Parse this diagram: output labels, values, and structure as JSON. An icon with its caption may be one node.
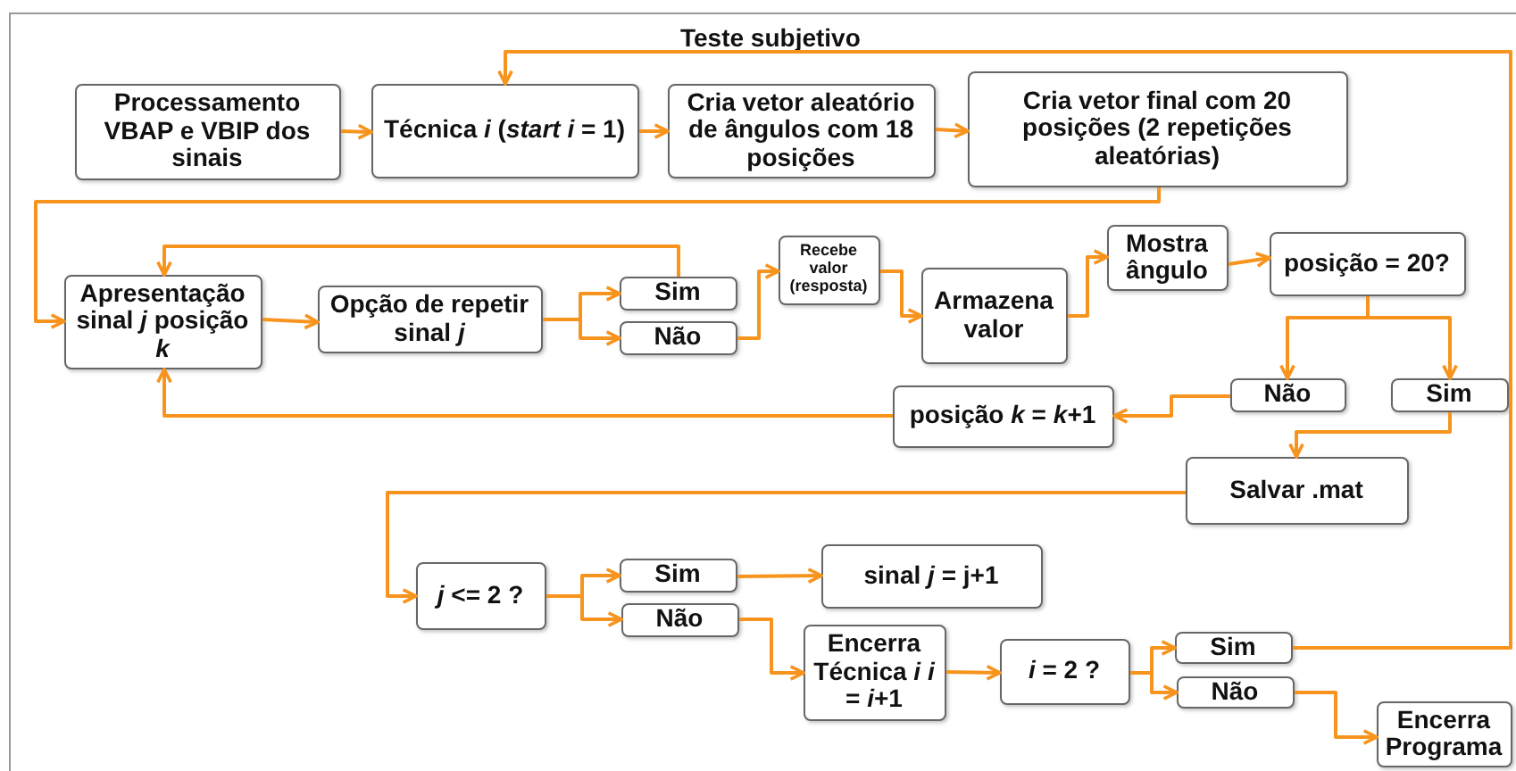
{
  "diagram": {
    "nodes": [
      {
        "text": [
          "Teste subjetivo"
        ]
      },
      {
        "text": [
          "Processamento VBAP e VBIP dos sinais"
        ],
        "in": 0
      },
      {
        "text": [
          "Técnica *i* (*start i* = 1)"
        ],
        "in": 0
      },
      {
        "text": [
          "Cria vetor aleatório de ângulos com 18 posições"
        ],
        "in": 0
      },
      {
        "text": [
          "Cria vetor final com 20 posições (2 repetições aleatórias)"
        ],
        "in": 0
      },
      {
        "text": [
          "Apresentação sinal *j* posição *k*"
        ],
        "in": 0
      },
      {
        "text": [
          "Opção de repetir sinal *j*"
        ],
        "in": 0
      },
      {
        "text": [
          "Sim"
        ],
        "in": 0
      },
      {
        "text": [
          "Não"
        ],
        "in": 0
      },
      {
        "text": [
          "Recebe valor (resposta)"
        ],
        "in": 0
      },
      {
        "text": [
          "Armazena valor"
        ],
        "in": 0
      },
      {
        "text": [
          "Mostra ângulo"
        ],
        "in": 0
      },
      {
        "text": [
          "posição = 20?"
        ],
        "in": 0
      },
      {
        "text": [
          "Não"
        ],
        "in": 0
      },
      {
        "text": [
          "Sim"
        ],
        "in": 0
      },
      {
        "text": [
          "posição *k* = *k*+1"
        ],
        "in": 0
      },
      {
        "text": [
          "Salvar .mat"
        ],
        "in": 0
      },
      {
        "text": [
          "*j* <= 2 ?"
        ],
        "in": 0
      },
      {
        "text": [
          "Sim"
        ],
        "in": 0
      },
      {
        "text": [
          "Não"
        ],
        "in": 0
      },
      {
        "text": [
          "sinal *j* = j+1"
        ],
        "in": 0
      },
      {
        "text": [
          "Encerra Técnica *i* *i* = *i*+1"
        ],
        "in": 0
      },
      {
        "text": [
          "*i* = 2 ?"
        ],
        "in": 0
      },
      {
        "text": [
          "Sim"
        ],
        "in": 0
      },
      {
        "text": [
          "Não"
        ],
        "in": 0
      },
      {
        "text": [
          "Encerra Programa"
        ],
        "in": 0
      }
    ],
    "edges": [
      {
        "from": 1,
        "to": 2,
        "arrow": "to"
      },
      {
        "from": 2,
        "to": 3,
        "arrow": "to"
      },
      {
        "from": 3,
        "to": 4,
        "arrow": "to"
      },
      {
        "from": 4,
        "to": 5,
        "arrow": "to"
      },
      {
        "from": 5,
        "to": 6,
        "arrow": "to"
      },
      {
        "from": 6,
        "to": 7,
        "arrow": "to"
      },
      {
        "from": 6,
        "to": 8,
        "arrow": "to"
      },
      {
        "from": 7,
        "to": 5,
        "arrow": "to"
      },
      {
        "from": 8,
        "to": 9,
        "arrow": "to"
      },
      {
        "from": 9,
        "to": 10,
        "arrow": "to"
      },
      {
        "from": 10,
        "to": 11,
        "arrow": "to"
      },
      {
        "from": 11,
        "to": 12,
        "arrow": "to"
      },
      {
        "from": 12,
        "to": 13,
        "arrow": "to"
      },
      {
        "from": 12,
        "to": 14,
        "arrow": "to"
      },
      {
        "from": 13,
        "to": 15,
        "arrow": "to"
      },
      {
        "from": 15,
        "to": 5,
        "arrow": "to"
      },
      {
        "from": 14,
        "to": 16,
        "arrow": "to"
      },
      {
        "from": 16,
        "to": 17,
        "arrow": "to"
      },
      {
        "from": 17,
        "to": 18,
        "arrow": "to"
      },
      {
        "from": 17,
        "to": 19,
        "arrow": "to"
      },
      {
        "from": 18,
        "to": 20,
        "arrow": "to"
      },
      {
        "from": 19,
        "to": 21,
        "arrow": "to"
      },
      {
        "from": 21,
        "to": 22,
        "arrow": "to"
      },
      {
        "from": 22,
        "to": 23,
        "arrow": "to"
      },
      {
        "from": 22,
        "to": 24,
        "arrow": "to"
      },
      {
        "from": 23,
        "to": 2,
        "arrow": "to"
      },
      {
        "from": 24,
        "to": 25,
        "arrow": "to"
      }
    ]
  }
}
